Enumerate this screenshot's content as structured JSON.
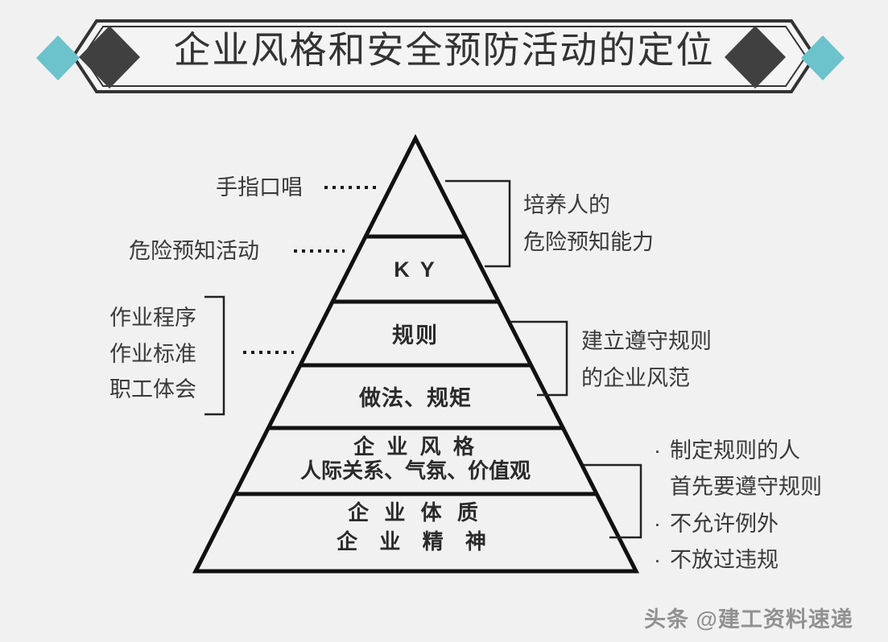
{
  "page": {
    "background_color": "#f1f1f1",
    "title": "企业风格和安全预防活动的定位"
  },
  "banner": {
    "title": "企业风格和安全预防活动的定位",
    "outline_color": "#333333",
    "fill_color": "#f4f4f4",
    "diamond_dark_color": "#404040",
    "diamond_teal_color": "#6CC3CC"
  },
  "pyramid": {
    "stroke_color": "#111111",
    "fill_color": "#f1f1f1",
    "tiers": [
      {
        "id": "tier-1",
        "label": "",
        "lines": []
      },
      {
        "id": "tier-2",
        "label": "K Y",
        "lines": [
          "K Y"
        ]
      },
      {
        "id": "tier-3",
        "label": "规则",
        "lines": [
          "规则"
        ]
      },
      {
        "id": "tier-4",
        "label": "做法、规矩",
        "lines": [
          "做法、规矩"
        ]
      },
      {
        "id": "tier-5",
        "label": "企业风格",
        "lines": [
          "企 业 风 格",
          "人际关系、气氛、价值观"
        ]
      },
      {
        "id": "tier-6",
        "label": "企业体质",
        "lines": [
          "企 业 体 质",
          "企 业 精 神"
        ]
      }
    ]
  },
  "left_labels": [
    {
      "id": "left-label-1",
      "text": "手指口唱"
    },
    {
      "id": "left-label-2",
      "text": "危险预知活动"
    }
  ],
  "left_group": {
    "lines": [
      "作业程序",
      "作业标准",
      "职工体会"
    ]
  },
  "right_labels": [
    {
      "id": "right-label-1",
      "lines": [
        "培养人的",
        "危险预知能力"
      ]
    },
    {
      "id": "right-label-2",
      "lines": [
        "建立遵守规则",
        "的企业风范"
      ]
    }
  ],
  "right_bullets": {
    "bullet_char": "·",
    "items": [
      {
        "lines": [
          "制定规则的人",
          "首先要遵守规则"
        ]
      },
      {
        "lines": [
          "不允许例外"
        ]
      },
      {
        "lines": [
          "不放过违规"
        ]
      }
    ]
  },
  "watermark": {
    "text": "头条 @建工资料速递"
  }
}
